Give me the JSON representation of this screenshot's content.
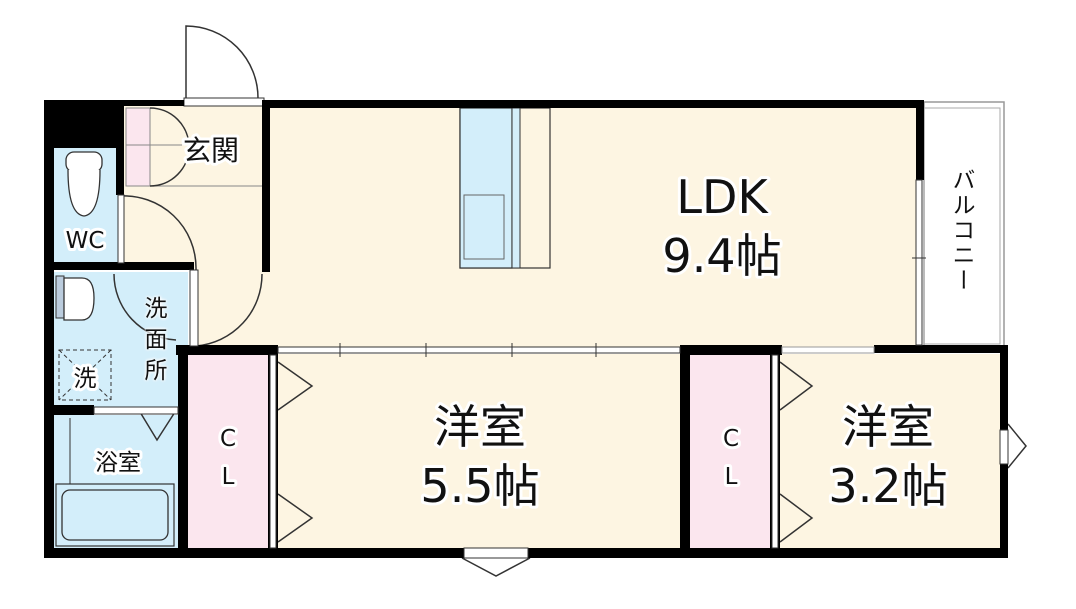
{
  "floorplan": {
    "rooms": {
      "entrance": "玄関",
      "wc": "WC",
      "washroom": "洗面所",
      "washer": "洗",
      "bath": "浴室",
      "ldk_name": "LDK",
      "ldk_size": "9.4帖",
      "balcony": "バルコニー",
      "room1_name": "洋室",
      "room1_size": "5.5帖",
      "room2_name": "洋室",
      "room2_size": "3.2帖",
      "closet_c": "C",
      "closet_l": "L"
    },
    "colors": {
      "wall": "#000000",
      "living": "#fdf5e2",
      "wet": "#d3eefa",
      "closet": "#fbe6ee"
    }
  }
}
